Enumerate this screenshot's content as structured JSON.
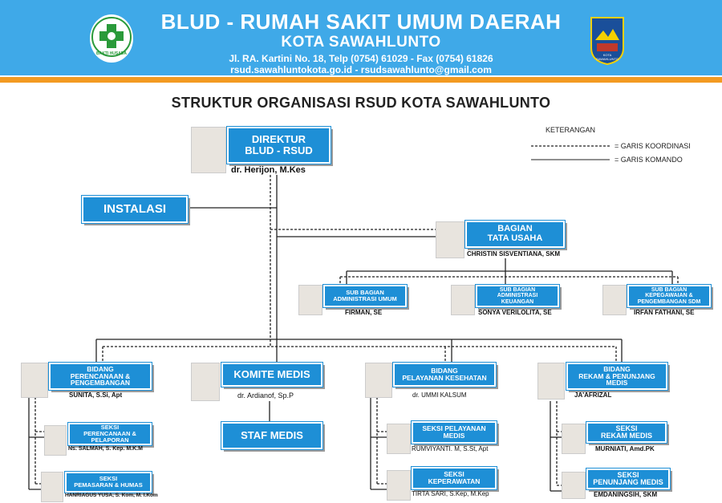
{
  "header": {
    "title1": "BLUD - RUMAH SAKIT UMUM DAERAH",
    "title2": "KOTA SAWAHLUNTO",
    "address": "Jl. RA. Kartini No. 18, Telp (0754) 61029 - Fax (0754) 61826",
    "contact": "rsud.sawahluntokota.go.id  - rsudsawahlunto@gmail.com",
    "logo_left_text": "BAKTI HUSADA",
    "logo_right_text": "KOTA SAWAHLUNTO"
  },
  "page_title": "STRUKTUR ORGANISASI RSUD KOTA SAWAHLUNTO",
  "legend": {
    "title": "KETERANGAN",
    "coord": "= GARIS KOORDINASI",
    "command": "= GARIS KOMANDO"
  },
  "direktur": {
    "line1": "DIREKTUR",
    "line2": "BLUD - RSUD",
    "name": "dr. Herijon, M.Kes"
  },
  "instalasi": "INSTALASI",
  "tata_usaha": {
    "line1": "BAGIAN",
    "line2": "TATA USAHA",
    "name": "CHRISTIN SISVENTIANA, SKM"
  },
  "sub_umum": {
    "line1": "SUB BAGIAN",
    "line2": "ADMINISTRASI UMUM",
    "name": "FIRMAN, SE"
  },
  "sub_keuangan": {
    "line1": "SUB BAGIAN",
    "line2": "ADMINISTRASI",
    "line3": "KEUANGAN",
    "name": "SONYA VERILOLITA, SE"
  },
  "sub_kepegawaian": {
    "line1": "SUB BAGIAN",
    "line2": "KEPEGAWAIAN &",
    "line3": "PENGEMBANGAN SDM",
    "name": "IRFAN FATHANI, SE"
  },
  "bid_perencanaan": {
    "line1": "BIDANG",
    "line2": "PERENCANAAN &",
    "line3": "PENGEMBANGAN",
    "name": "SUNITA, S.Si, Apt"
  },
  "komite": {
    "label": "KOMITE MEDIS",
    "name": "dr. Ardianof, Sp.P"
  },
  "staf": "STAF MEDIS",
  "bid_pelayanan": {
    "line1": "BIDANG",
    "line2": "PELAYANAN KESEHATAN",
    "name": "dr. UMMI KALSUM"
  },
  "bid_rekam": {
    "line1": "BIDANG",
    "line2": "REKAM & PENUNJANG",
    "line3": "MEDIS",
    "name": "JA'AFRIZAL"
  },
  "seksi_perencanaan": {
    "line1": "SEKSI",
    "line2": "PERENCANAAN &",
    "line3": "PELAPORAN",
    "name": "Ns. SALMAH, S. Kep. M.K.M"
  },
  "seksi_pemasaran": {
    "line1": "SEKSI",
    "line2": "PEMASARAN & HUMAS",
    "name": "HANRIAGUS YUSA, S. Kom, M. I.Kom"
  },
  "seksi_pelayanan": {
    "line1": "SEKSI PELAYANAN",
    "line2": "MEDIS",
    "name": "RUMVIYANTI. M, S.St, Apt"
  },
  "seksi_keperawatan": {
    "line1": "SEKSI",
    "line2": "KEPERAWATAN",
    "name": "TIRTA SARI, S.Kep, M.Kep"
  },
  "seksi_rekam": {
    "line1": "SEKSI",
    "line2": "REKAM MEDIS",
    "name": "MURNIATI, Amd.PK"
  },
  "seksi_penunjang": {
    "line1": "SEKSI",
    "line2": "PENUNJANG MEDIS",
    "name": "EMDANINGSIH, SKM"
  }
}
